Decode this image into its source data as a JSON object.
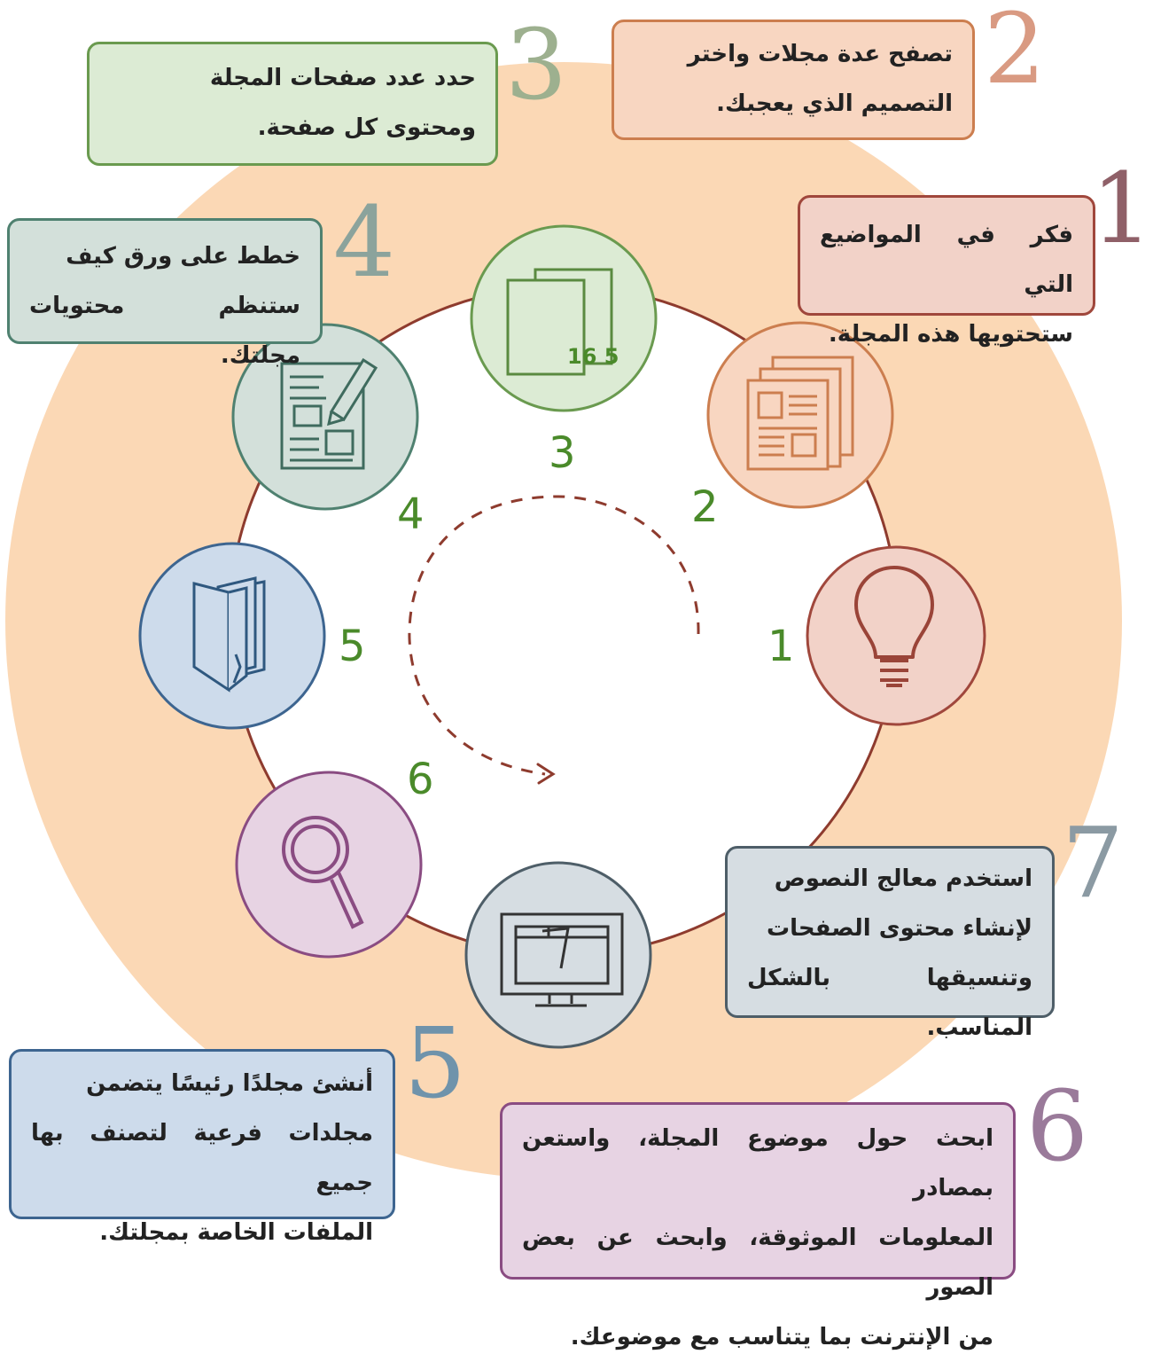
{
  "diagram": {
    "colors": {
      "ring_fill": "#fbd8b5",
      "path_line": "#8e3b2e",
      "step_number": "#4a8a2a"
    },
    "steps": [
      {
        "id": 1,
        "node_label": "1",
        "big_number": "1",
        "icon": "lightbulb-icon",
        "color": {
          "fill": "#f2d2c8",
          "stroke": "#a0473c",
          "big": "#8f6068"
        },
        "text_lines": [
          "فكر في المواضيع التي",
          "ستحتويها هذه المجلة."
        ]
      },
      {
        "id": 2,
        "node_label": "2",
        "big_number": "2",
        "icon": "newspaper-pages-icon",
        "color": {
          "fill": "#f8d6c1",
          "stroke": "#cc7e4f",
          "big": "#d99a82"
        },
        "text_lines": [
          "تصفح عدة مجلات واختر",
          "التصميم الذي يعجبك."
        ]
      },
      {
        "id": 3,
        "node_label": "3",
        "big_number": "3",
        "icon": "page-count-icon",
        "icon_text": "16 5",
        "color": {
          "fill": "#dcebd4",
          "stroke": "#6a9a4f",
          "big": "#9db08f"
        },
        "text_lines": [
          "حدد عدد صفحات المجلة",
          "ومحتوى كل صفحة."
        ]
      },
      {
        "id": 4,
        "node_label": "4",
        "big_number": "4",
        "icon": "plan-sketch-icon",
        "color": {
          "fill": "#d3e0da",
          "stroke": "#4f8170",
          "big": "#8ba39c"
        },
        "text_lines": [
          "خطط على ورق كيف",
          "ستنظم محتويات مجلتك."
        ]
      },
      {
        "id": 5,
        "node_label": "5",
        "big_number": "5",
        "icon": "folder-book-icon",
        "color": {
          "fill": "#cddbeb",
          "stroke": "#3d6590",
          "big": "#6f93ab"
        },
        "text_lines": [
          "أنشئ مجلدًا رئيسًا يتضمن",
          "مجلدات فرعية لتصنف بها جميع",
          "الملفات الخاصة بمجلتك."
        ]
      },
      {
        "id": 6,
        "node_label": "6",
        "big_number": "6",
        "icon": "magnifier-icon",
        "color": {
          "fill": "#e7d3e3",
          "stroke": "#8a4c82",
          "big": "#9a7a9a"
        },
        "text_lines": [
          "ابحث حول موضوع المجلة، واستعن بمصادر",
          "المعلومات الموثوقة، وابحث عن بعض الصور",
          "من الإنترنت بما يتناسب مع موضوعك."
        ]
      },
      {
        "id": 7,
        "node_label": "",
        "big_number": "7",
        "icon": "monitor-icon",
        "color": {
          "fill": "#d6dde2",
          "stroke": "#4e5e68",
          "big": "#8b9aa3"
        },
        "text_lines": [
          "استخدم معالج النصوص",
          "لإنشاء محتوى الصفحات",
          "وتنسيقها بالشكل المناسب."
        ]
      }
    ]
  }
}
